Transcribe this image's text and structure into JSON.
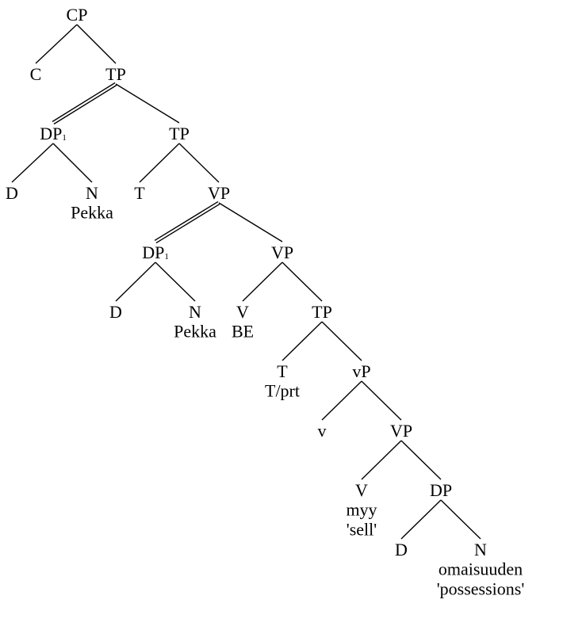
{
  "tree": {
    "nodes": [
      {
        "id": "cp",
        "label": "CP"
      },
      {
        "id": "c",
        "label": "C"
      },
      {
        "id": "tp1",
        "label": "TP"
      },
      {
        "id": "dp1",
        "label": "DP",
        "subscript": "1"
      },
      {
        "id": "tp2",
        "label": "TP"
      },
      {
        "id": "d1",
        "label": "D"
      },
      {
        "id": "n1",
        "label": "N",
        "word": "Pekka"
      },
      {
        "id": "t1",
        "label": "T"
      },
      {
        "id": "vp1",
        "label": "VP"
      },
      {
        "id": "dp2",
        "label": "DP",
        "subscript": "1"
      },
      {
        "id": "vp2",
        "label": "VP"
      },
      {
        "id": "d2",
        "label": "D"
      },
      {
        "id": "n2",
        "label": "N",
        "word": "Pekka"
      },
      {
        "id": "v1",
        "label": "V",
        "word": "BE"
      },
      {
        "id": "tp3",
        "label": "TP"
      },
      {
        "id": "t2",
        "label": "T",
        "word": "T/prt"
      },
      {
        "id": "vsp",
        "label": "vP"
      },
      {
        "id": "vsmall",
        "label": "v"
      },
      {
        "id": "vp3",
        "label": "VP"
      },
      {
        "id": "v2",
        "label": "V",
        "word": "myy",
        "gloss": "'sell'"
      },
      {
        "id": "dp3",
        "label": "DP"
      },
      {
        "id": "d3",
        "label": "D"
      },
      {
        "id": "n3",
        "label": "N",
        "word": "omaisuuden",
        "gloss": "'possessions'"
      }
    ],
    "edges": [
      {
        "from": "cp",
        "to": "c"
      },
      {
        "from": "cp",
        "to": "tp1"
      },
      {
        "from": "tp1",
        "to": "dp1",
        "style": "double"
      },
      {
        "from": "tp1",
        "to": "tp2"
      },
      {
        "from": "dp1",
        "to": "d1"
      },
      {
        "from": "dp1",
        "to": "n1"
      },
      {
        "from": "tp2",
        "to": "t1"
      },
      {
        "from": "tp2",
        "to": "vp1"
      },
      {
        "from": "vp1",
        "to": "dp2",
        "style": "double"
      },
      {
        "from": "vp1",
        "to": "vp2"
      },
      {
        "from": "dp2",
        "to": "d2"
      },
      {
        "from": "dp2",
        "to": "n2"
      },
      {
        "from": "vp2",
        "to": "v1"
      },
      {
        "from": "vp2",
        "to": "tp3"
      },
      {
        "from": "tp3",
        "to": "t2"
      },
      {
        "from": "tp3",
        "to": "vsp"
      },
      {
        "from": "vsp",
        "to": "vsmall"
      },
      {
        "from": "vsp",
        "to": "vp3"
      },
      {
        "from": "vp3",
        "to": "v2"
      },
      {
        "from": "vp3",
        "to": "dp3"
      },
      {
        "from": "dp3",
        "to": "d3"
      },
      {
        "from": "dp3",
        "to": "n3"
      }
    ]
  }
}
